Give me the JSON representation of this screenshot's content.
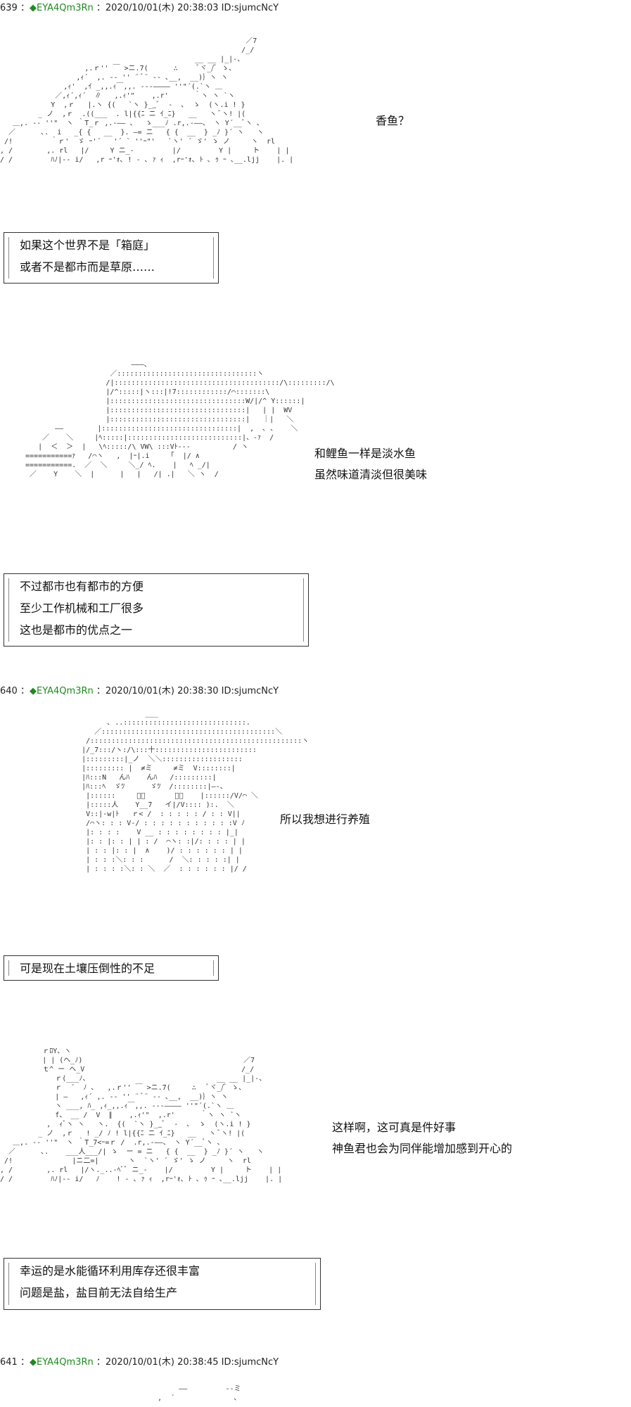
{
  "posts": [
    {
      "number": "639",
      "name": "EYA4Qm3Rn",
      "date": "2020/10/01(木) 20:38:03",
      "id": "ID:sjumcNcY",
      "speech1": [
        "香鱼？"
      ],
      "box1": [
        "如果这个世界不是「箱庭」",
        "或者不是都市而是草原……"
      ],
      "speech2": [
        "和鲤鱼一样是淡水鱼",
        "虽然味道清淡但很美味"
      ],
      "box2": [
        "不过都市也有都市的方便",
        "至少工作机械和工厂很多",
        "这也是都市的优点之一"
      ]
    },
    {
      "number": "640",
      "name": "EYA4Qm3Rn",
      "date": "2020/10/01(木) 20:38:30",
      "id": "ID:sjumcNcY",
      "speech1": [
        "所以我想进行养殖"
      ],
      "box1": [
        "可是现在土壤压倒性的不足"
      ],
      "speech2": [
        "这样啊，这可真是件好事",
        "神鱼君也会为同伴能增加感到开心的"
      ],
      "box2": [
        "幸运的是水能循环利用库存还很丰富",
        "问题是盐，盐目前无法自给生产"
      ]
    },
    {
      "number": "641",
      "name": "EYA4Qm3Rn",
      "date": "2020/10/01(木) 20:38:45",
      "id": "ID:sjumcNcY"
    }
  ]
}
